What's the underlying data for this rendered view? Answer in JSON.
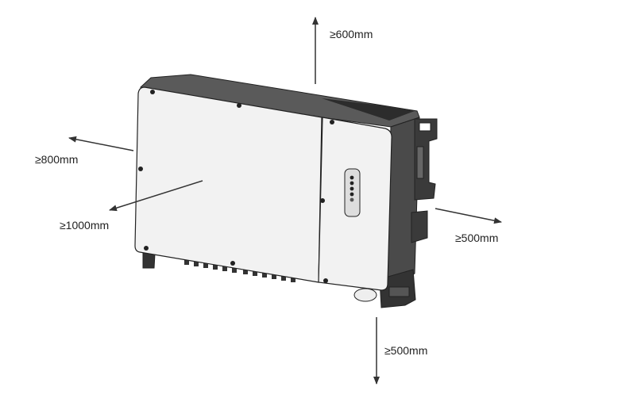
{
  "clearances": {
    "top": "≥600mm",
    "left": "≥800mm",
    "front": "≥1000mm",
    "right": "≥500mm",
    "bottom": "≥500mm"
  },
  "colors": {
    "line": "#333333",
    "panel": "#f2f2f2",
    "body": "#555555",
    "dark": "#3a3a3a"
  }
}
